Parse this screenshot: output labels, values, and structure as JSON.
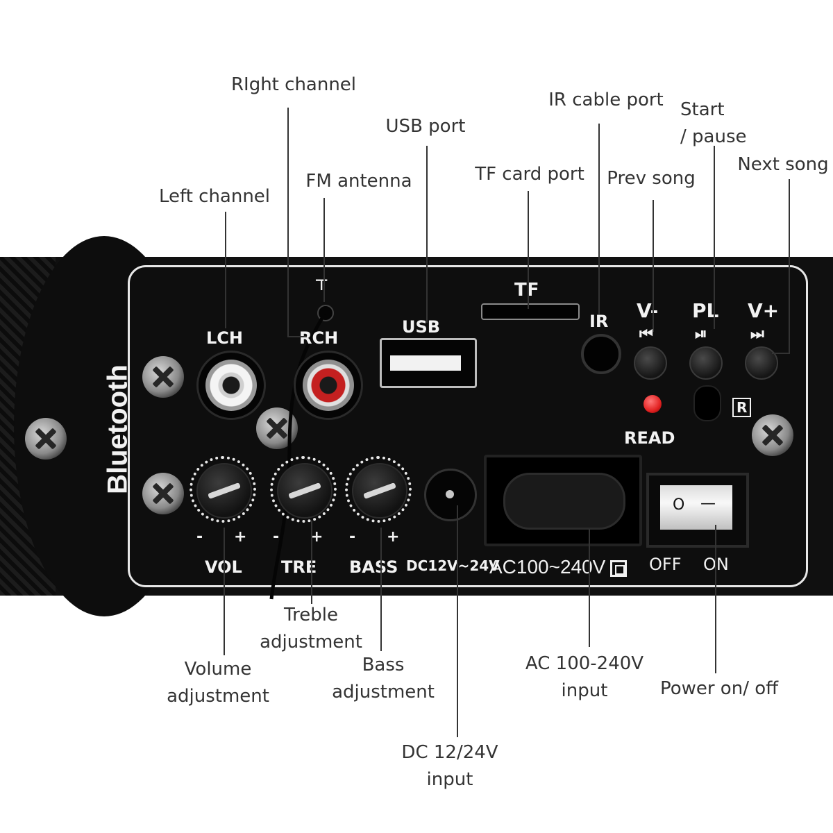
{
  "callouts": {
    "right_channel": "RIght channel",
    "usb_port": "USB port",
    "ir_cable_port": "IR cable port",
    "start_pause_line1": "Start",
    "start_pause_line2": "/ pause",
    "next_song": "Next song",
    "tf_card_port": "TF card port",
    "prev_song": "Prev song",
    "fm_antenna": "FM antenna",
    "left_channel": "Left channel",
    "treble_line1": "Treble",
    "treble_line2": "adjustment",
    "volume_line1": "Volume",
    "volume_line2": "adjustment",
    "bass_line1": "Bass",
    "bass_line2": "adjustment",
    "ac_input_line1": "AC 100-240V",
    "ac_input_line2": "input",
    "power_on_off": "Power on/ off",
    "dc_input_line1": "DC 12/24V",
    "dc_input_line2": "input"
  },
  "panel": {
    "brand": "Bluetooth",
    "lch": "LCH",
    "rch": "RCH",
    "usb": "USB",
    "tf": "TF",
    "ir": "IR",
    "v_minus": "V-",
    "pl": "PL",
    "v_plus": "V+",
    "read": "READ",
    "r_mark": "R",
    "vol": "VOL",
    "tre": "TRE",
    "bass": "BASS",
    "dc_rating": "DC12V~24V",
    "ac_rating": "AC100~240V",
    "off": "OFF",
    "on": "ON",
    "knob_minus": "-",
    "knob_plus": "+",
    "switch_off_symbol": "O",
    "switch_on_symbol": "—"
  },
  "colors": {
    "panel": "#101010",
    "label_text": "#333333",
    "led": "#e22222",
    "rca_red": "#c42020"
  }
}
